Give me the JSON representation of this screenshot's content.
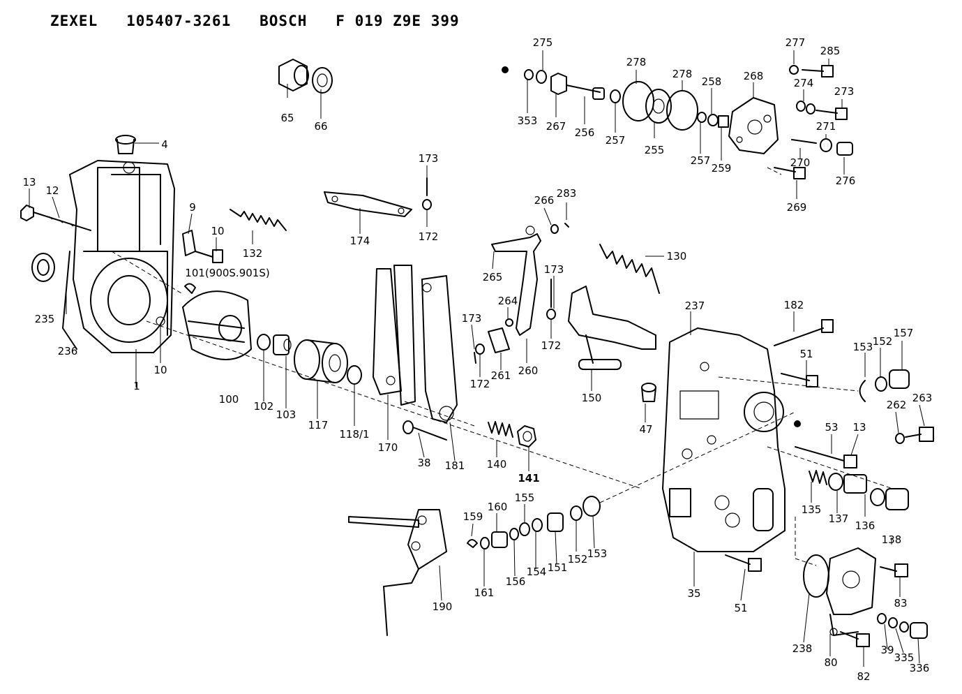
{
  "header": {
    "title": "ZEXEL   105407-3261   BOSCH   F 019 Z9E 399"
  },
  "callouts": [
    "4",
    "13",
    "12",
    "9",
    "10",
    "132",
    "101(900S.901S)",
    "235",
    "236",
    "1",
    "10",
    "65",
    "66",
    "275",
    "353",
    "267",
    "256",
    "257",
    "278",
    "255",
    "278",
    "257",
    "258",
    "259",
    "268",
    "277",
    "285",
    "274",
    "273",
    "271",
    "270",
    "276",
    "269",
    "173",
    "172",
    "174",
    "266",
    "283",
    "265",
    "173",
    "264",
    "172",
    "261",
    "260",
    "130",
    "173",
    "172",
    "237",
    "182",
    "51",
    "153",
    "152",
    "157",
    "47",
    "150",
    "100",
    "102",
    "103",
    "117",
    "118/1",
    "170",
    "38",
    "181",
    "140",
    "141",
    "262",
    "263",
    "53",
    "13",
    "135",
    "137",
    "136",
    "138",
    "159",
    "160",
    "155",
    "161",
    "156",
    "154",
    "151",
    "152",
    "153",
    "190",
    "35",
    "51",
    "238",
    "80",
    "83",
    "39",
    "335",
    "336",
    "82"
  ]
}
